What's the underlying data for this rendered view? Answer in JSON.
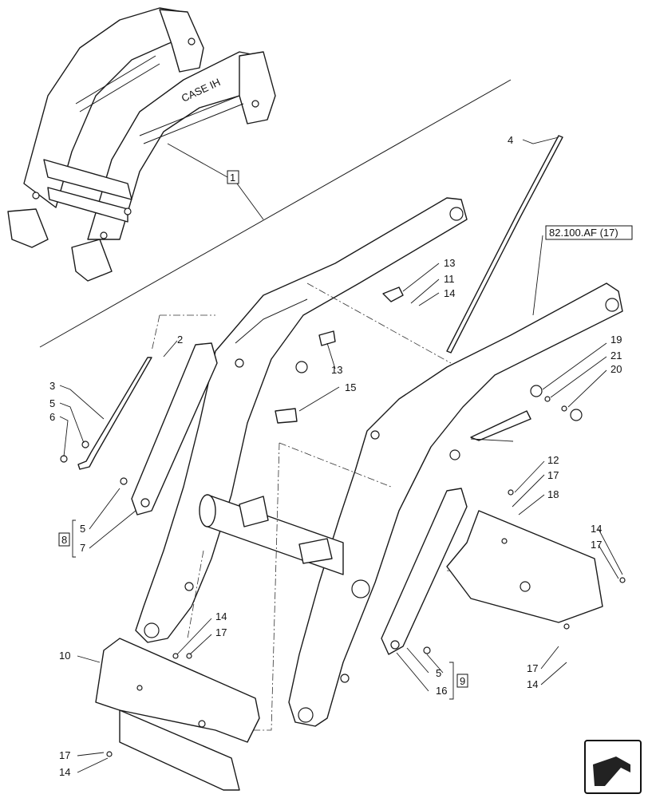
{
  "labels": {
    "l1": "1",
    "l2": "2",
    "l3": "3",
    "l4": "4",
    "l5a": "5",
    "l5b": "5",
    "l5c": "5",
    "l6": "6",
    "l7": "7",
    "l8": "8",
    "l9": "9",
    "l10": "10",
    "l11": "11",
    "l12": "12",
    "l13a": "13",
    "l13b": "13",
    "l14a": "14",
    "l14b": "14",
    "l14c": "14",
    "l14d": "14",
    "l14e": "14",
    "l15": "15",
    "l16": "16",
    "l17a": "17",
    "l17b": "17",
    "l17c": "17",
    "l17d": "17",
    "l17e": "17",
    "l18": "18",
    "l19": "19",
    "l20": "20",
    "l21": "21",
    "ref": "82.100.AF (17)"
  },
  "overview_brand": "CASE IH",
  "nav_icon": "next-page-arrow-icon"
}
